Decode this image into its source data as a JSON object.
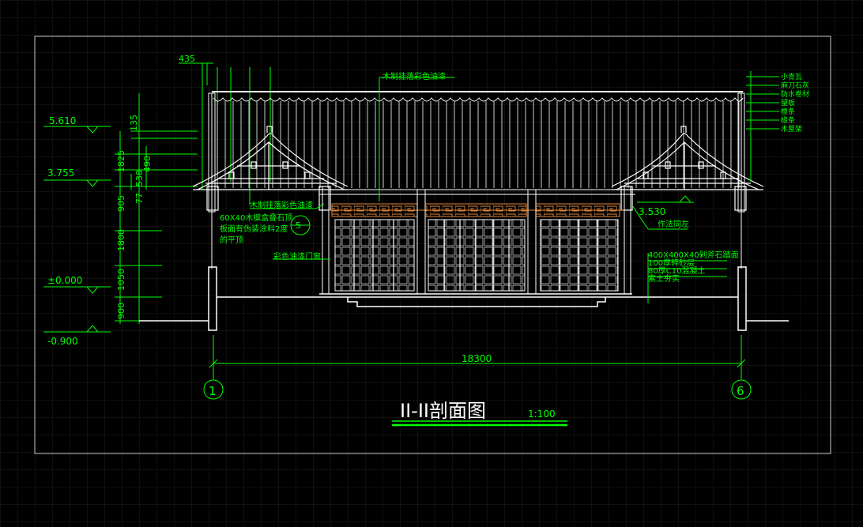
{
  "drawing": {
    "title": "II-II剖面图",
    "scale": "1:100",
    "overall_dimension": "18300",
    "axis_labels": [
      "1",
      "6"
    ],
    "detail_callout": "5",
    "elevations": [
      "5.610",
      "3.755",
      "±0.000",
      "-0.900",
      "3.530"
    ],
    "vertical_dimensions": [
      "435",
      "135",
      "1825",
      "490",
      "538",
      "77",
      "905",
      "1800",
      "1050",
      "900"
    ],
    "annotations": {
      "top_center": "木制挂落彩色油漆",
      "left_1": "木制挂落彩色油漆",
      "left_2": "60X40木檩盒叠石顶",
      "left_3": "板面有伪装涂料2度",
      "left_4": "的平顶",
      "left_5": "彩色油漆门窗",
      "right_elev_note": "作法同左",
      "right_base_1": "400X400X40剁斧石踏面",
      "right_base_2": "100厚碎砂层",
      "right_base_3": "80厚C10混凝土",
      "right_base_4": "素土夯实"
    },
    "roof_layers": [
      "小青瓦",
      "麻刀石灰",
      "防水卷材",
      "望板",
      "檩条",
      "椽条",
      "木屋架"
    ]
  },
  "colors": {
    "background": "#000000",
    "grid": "#1b1f1b",
    "frame": "#c8c8c8",
    "green": "#00ff00",
    "white": "#ffffff",
    "orange": "#e0843a"
  }
}
